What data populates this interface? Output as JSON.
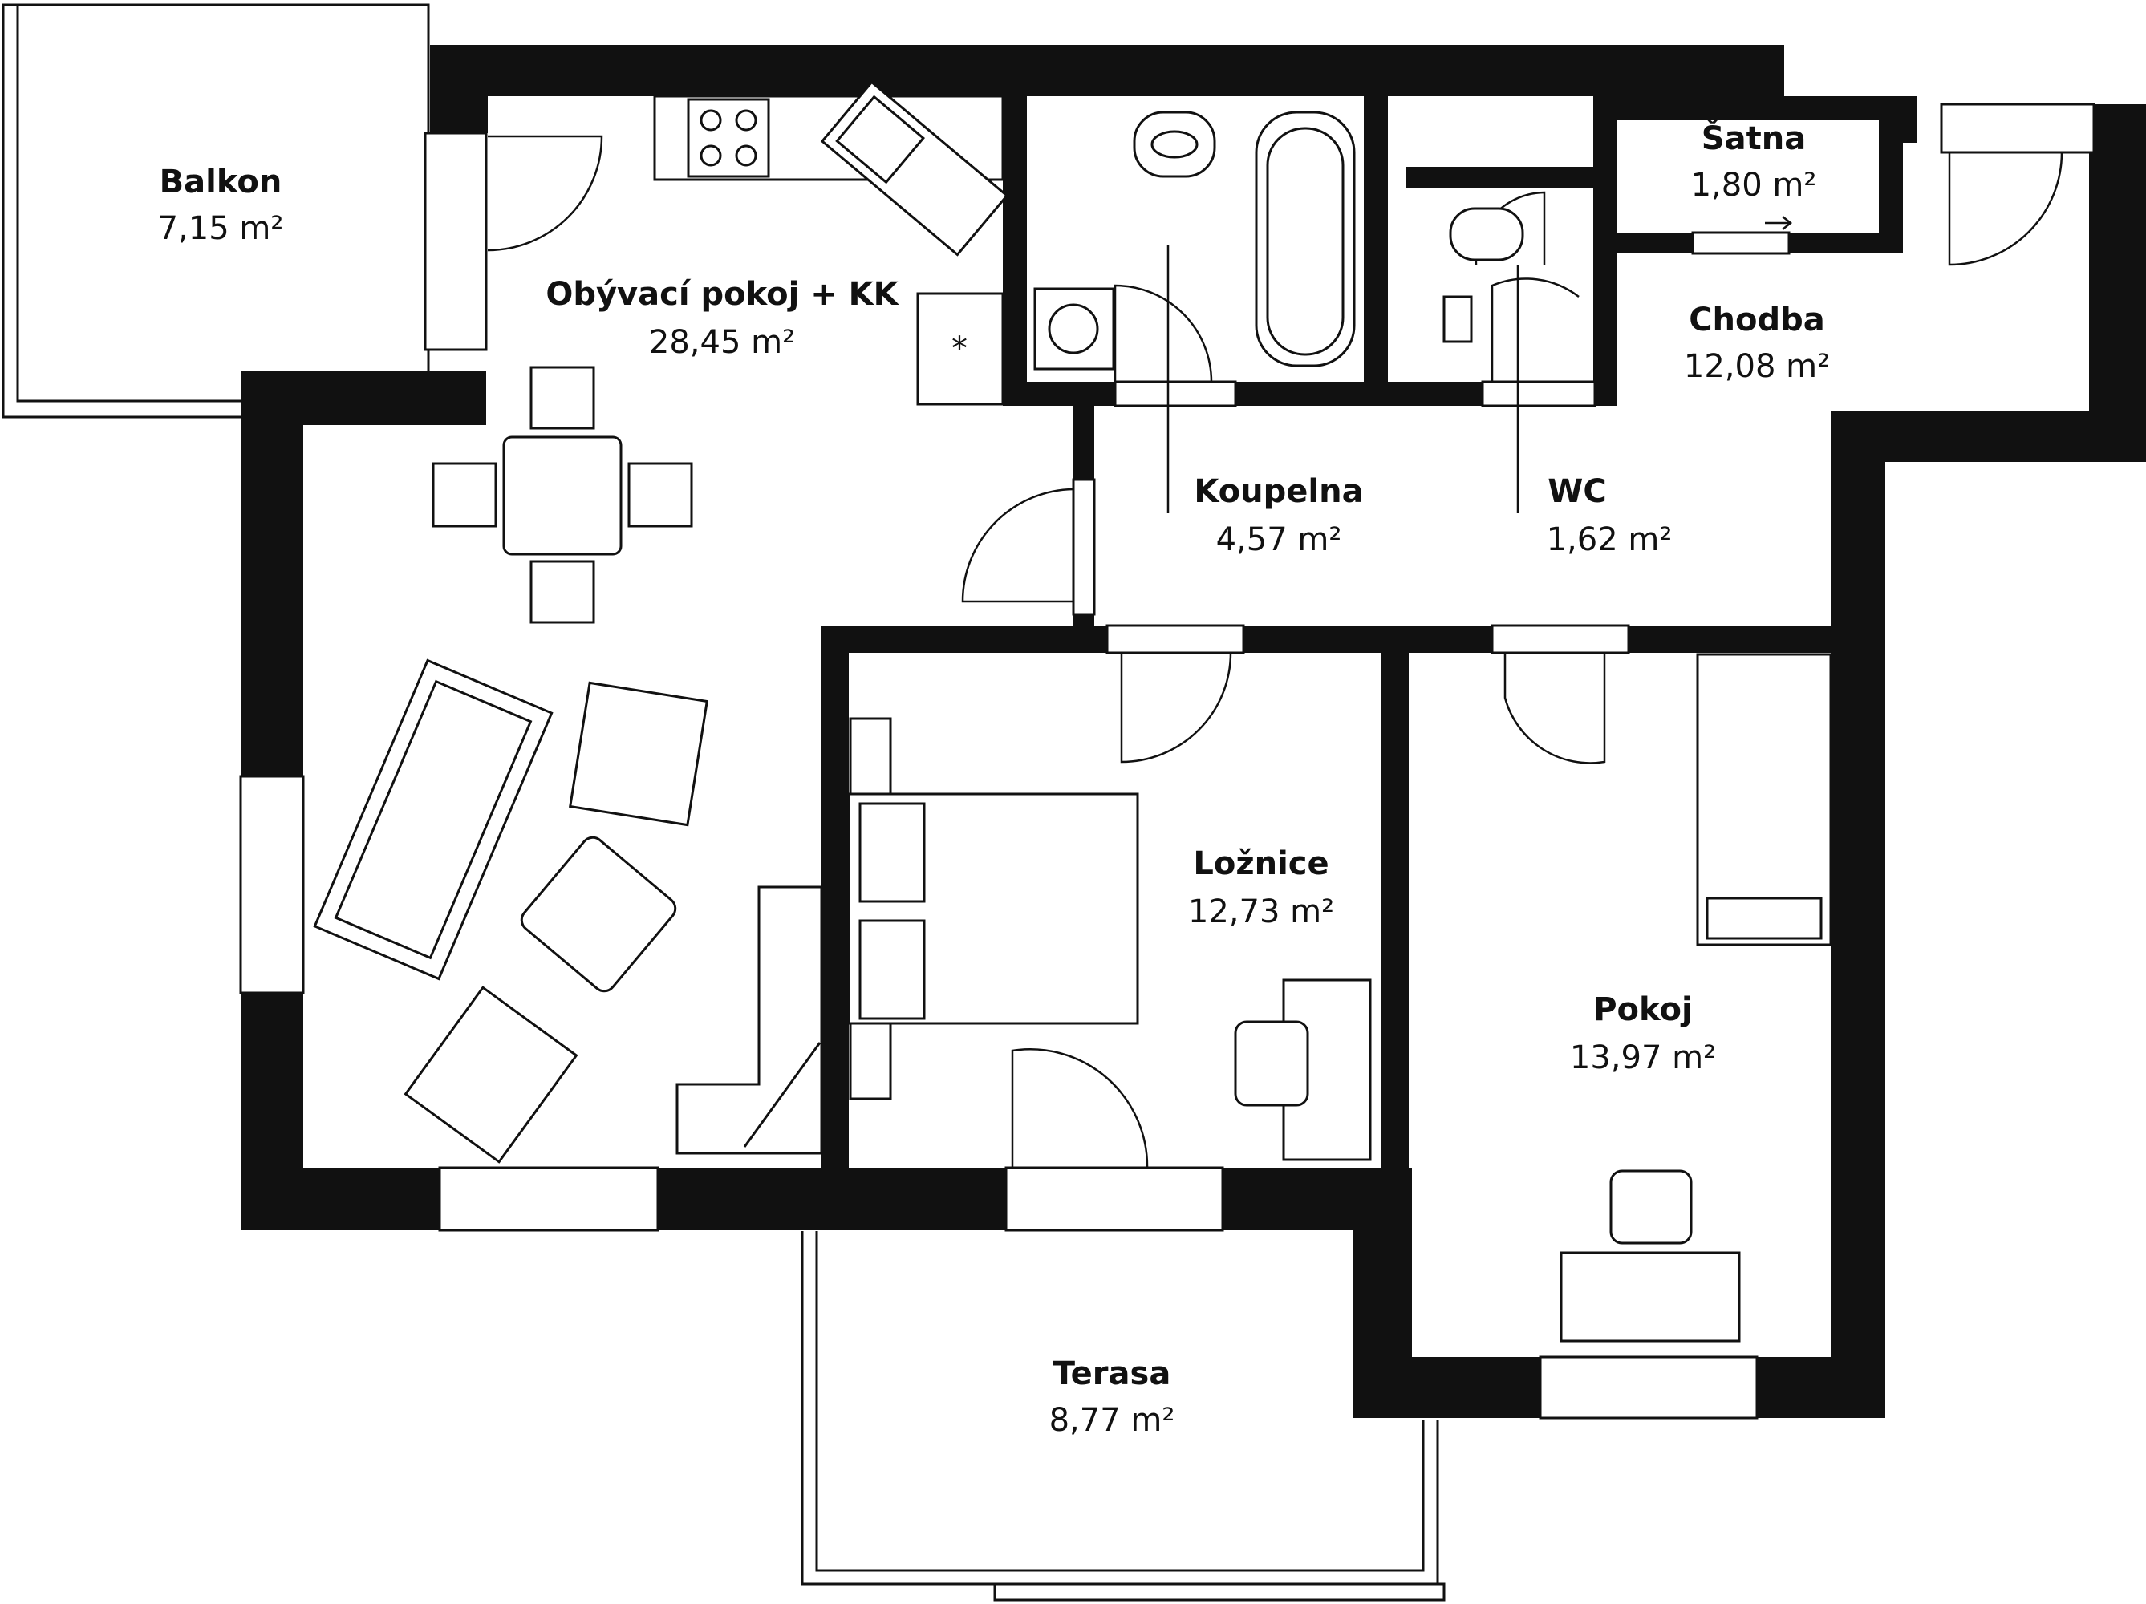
{
  "plan": {
    "colors": {
      "wall": "#111111",
      "background": "#ffffff"
    },
    "rooms": {
      "balkon": {
        "name": "Balkon",
        "area": "7,15 m²"
      },
      "obyvaci": {
        "name": "Obývací pokoj + KK",
        "area": "28,45 m²"
      },
      "satna": {
        "name": "Šatna",
        "area": "1,80 m²"
      },
      "chodba": {
        "name": "Chodba",
        "area": "12,08 m²"
      },
      "koupelna": {
        "name": "Koupelna",
        "area": "4,57 m²"
      },
      "wc": {
        "name": "WC",
        "area": "1,62 m²"
      },
      "loznice": {
        "name": "Ložnice",
        "area": "12,73 m²"
      },
      "pokoj": {
        "name": "Pokoj",
        "area": "13,97 m²"
      },
      "terasa": {
        "name": "Terasa",
        "area": "8,77 m²"
      }
    }
  }
}
